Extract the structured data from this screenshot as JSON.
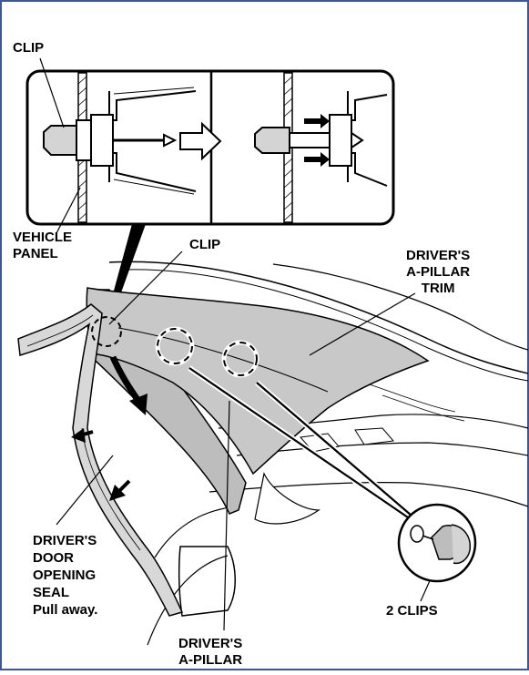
{
  "labels": {
    "clip_detail": "CLIP",
    "vehicle_panel": [
      "VEHICLE",
      "PANEL"
    ],
    "clip_main": "CLIP",
    "driver_a_pillar_trim": [
      "DRIVER'S",
      "A-PILLAR",
      "TRIM"
    ],
    "door_seal": [
      "DRIVER'S",
      "DOOR",
      "OPENING",
      "SEAL",
      "Pull away."
    ],
    "driver_a_pillar": [
      "DRIVER'S",
      "A-PILLAR"
    ],
    "two_clips": "2 CLIPS"
  },
  "colors": {
    "frame_border": "#3a56a8",
    "line": "#000000",
    "trim_fill": "#c8c8c8",
    "pillar_fill": "#bdbdbd",
    "detail_fill": "#d4d4d4"
  }
}
